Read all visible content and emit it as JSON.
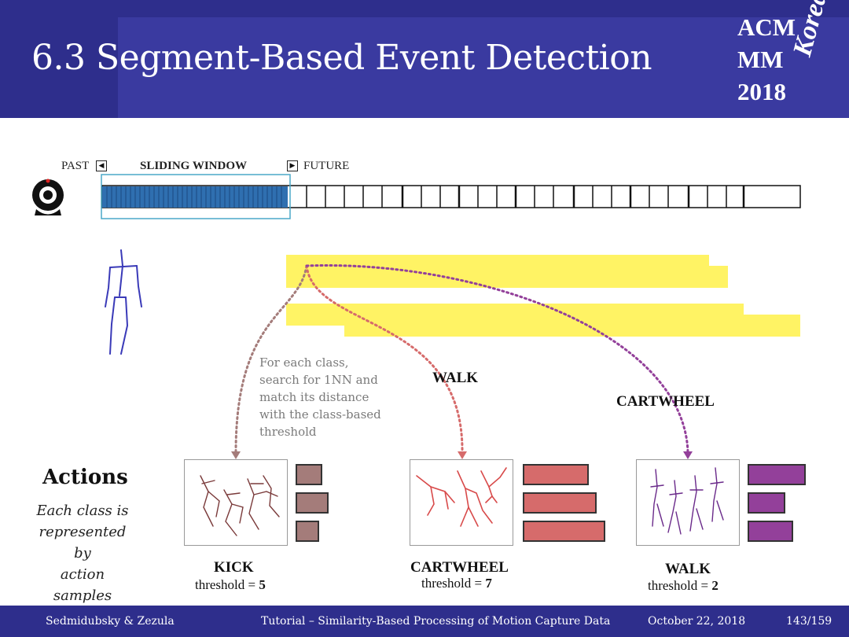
{
  "header": {
    "title": "6.3 Segment-Based Event Detection",
    "logo_line1": "ACM",
    "logo_line2": "MM",
    "logo_line3": "2018",
    "logo_script": "Korea"
  },
  "timeline": {
    "past_label": "PAST",
    "window_label": "SLIDING WINDOW",
    "future_label": "FUTURE"
  },
  "note": {
    "line1": "For each class,",
    "line2": "search for 1NN and",
    "line3": "match its distance",
    "line4": "with the class-based",
    "line5": "threshold"
  },
  "labels": {
    "walk": "WALK",
    "cartwheel": "CARTWHEEL"
  },
  "actions": {
    "title": "Actions",
    "desc1": "Each class is",
    "desc2": "represented by",
    "desc3": "action samples"
  },
  "classes": [
    {
      "name": "KICK",
      "threshold_label": "threshold = ",
      "threshold": "5",
      "color": "#a47c7a"
    },
    {
      "name": "CARTWHEEL",
      "threshold_label": "threshold = ",
      "threshold": "7",
      "color": "#d66b6b"
    },
    {
      "name": "WALK",
      "threshold_label": "threshold = ",
      "threshold": "2",
      "color": "#93409a"
    }
  ],
  "footer": {
    "authors": "Sedmidubsky & Zezula",
    "tutorial": "Tutorial – Similarity-Based Processing of Motion Capture Data",
    "date": "October 22, 2018",
    "page": "143/159"
  },
  "colors": {
    "header_bg": "#2e2e8c",
    "window_fill": "#2f6fb0",
    "highlight": "#fff24a"
  }
}
